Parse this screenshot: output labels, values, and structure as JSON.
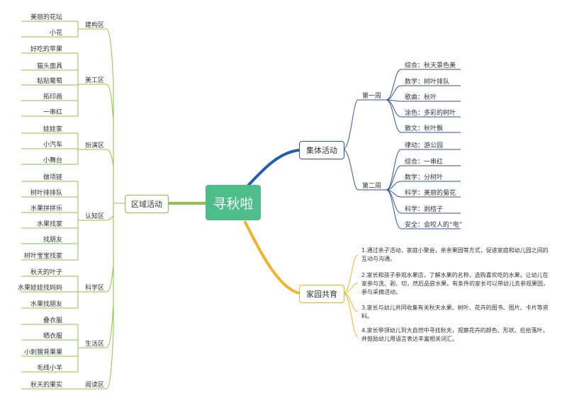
{
  "root": {
    "label": "寻秋啦"
  },
  "colors": {
    "green": "#8cc63f",
    "blue": "#1f5fad",
    "navy": "#2f5597",
    "orange": "#f0b428",
    "root": "#4dbd8a"
  },
  "left": {
    "label": "区域活动",
    "zones": [
      {
        "label": "建构区",
        "items": [
          "美丽的花坛",
          "小花"
        ]
      },
      {
        "label": "美工区",
        "items": [
          "好吃的苹果",
          "猫头面具",
          "粘贴葡萄",
          "拓印画",
          "一串红"
        ]
      },
      {
        "label": "扮演区",
        "items": [
          "娃娃家",
          "小汽车",
          "小舞台"
        ]
      },
      {
        "label": "认知区",
        "items": [
          "做项链",
          "树叶排排队",
          "水果拼拼乐",
          "水果找家",
          "找朋友",
          "树叶宝宝找家"
        ]
      },
      {
        "label": "科学区",
        "items": [
          "秋天的叶子",
          "水果娃娃找妈妈",
          "水果找朋友"
        ]
      },
      {
        "label": "生活区",
        "items": [
          "叠衣服",
          "晒衣服",
          "小刺猬背果果",
          "毛线小羊"
        ]
      },
      {
        "label": "阅读区",
        "items": [
          "秋天的果实"
        ]
      }
    ]
  },
  "group": {
    "label": "集体活动",
    "weeks": [
      {
        "label": "第一周",
        "items": [
          "综合：秋天景色美",
          "数学：树叶排队",
          "歌曲：秋叶",
          "涂色：多彩的树叶",
          "散文：秋叶飘"
        ]
      },
      {
        "label": "第二周",
        "items": [
          "律动：游公园",
          "综合：一串红",
          "数学：分树叶",
          "科学：美丽的菊花",
          "科学：剥桔子",
          "安全：会咬人的“电”"
        ]
      }
    ]
  },
  "home": {
    "label": "家园共育",
    "notes": [
      "1.通过亲子活动，家庭小聚会，亲亲果园等方式，促进家庭和幼儿园之间的互动与沟通。",
      "2.家长和孩子参观水果店，了解水果的名称，选购喜欢吃的水果。让幼儿在家参与洗、剥、切，然后品尝水果。有条件的家长可以带幼儿去参观果园，参与采摘活动。",
      "3.家长与幼儿共同收集有关秋天水果、树叶、花卉的图书、图片、卡片等资料。",
      "4.家长带领幼儿到大自然中寻找秋天，观察花卉的颜色、形状、捡拾落叶，并鼓励幼儿用语言表达丰富相关词汇。"
    ]
  }
}
